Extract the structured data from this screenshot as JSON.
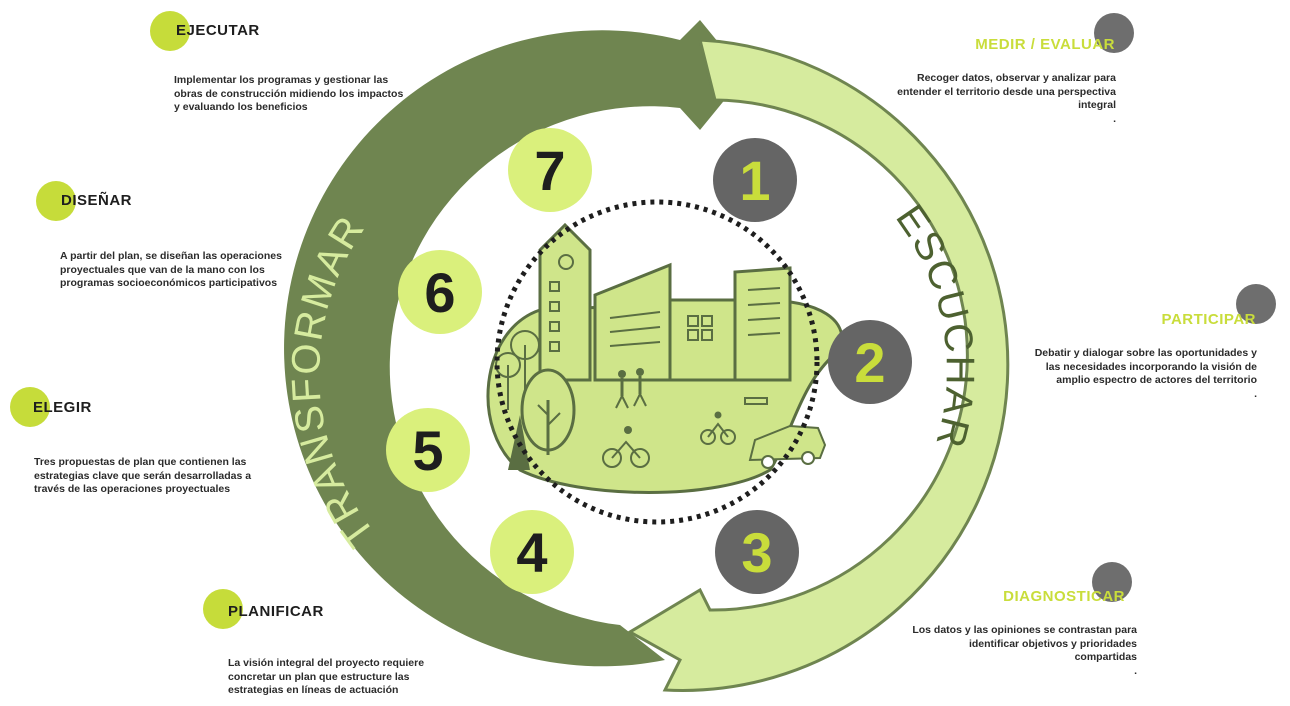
{
  "colors": {
    "transformar_arrow": "#6f8550",
    "escuchar_arrow": "#d6eb9e",
    "escuchar_outline": "#6f8550",
    "lime": "#c6dc3a",
    "light_circle": "#daf07c",
    "dark_circle": "#656565",
    "scene_fill": "#cfe58a",
    "scene_stroke": "#5a6e42"
  },
  "arc_labels": {
    "left": "TRANSFORMAR",
    "right": "ESCUCHAR"
  },
  "left_steps": [
    {
      "title": "EJECUTAR",
      "description": [
        "Implementar los programas y gestionar las",
        "obras de construcción midiendo los impactos",
        "y evaluando los beneficios"
      ]
    },
    {
      "title": "DISEÑAR",
      "description": [
        "A partir del plan, se diseñan las operaciones",
        "proyectuales que van de la mano con  los",
        "programas socioeconómicos participativos"
      ]
    },
    {
      "title": "ELEGIR",
      "description": [
        "Tres propuestas de plan que contienen las",
        "estrategias clave  que serán desarrolladas a",
        "través de las operaciones proyectuales"
      ]
    },
    {
      "title": "PLANIFICAR",
      "description": [
        "La visión integral del proyecto requiere",
        "concretar  un plan que estructure las",
        "estrategias en líneas de actuación"
      ]
    }
  ],
  "right_steps": [
    {
      "title": "MEDIR / EVALUAR",
      "description": [
        "Recoger datos, observar y analizar para",
        "entender el territorio desde una perspectiva",
        "integral",
        "."
      ]
    },
    {
      "title": "PARTICIPAR",
      "description": [
        "Debatir y dialogar sobre las oportunidades y",
        "las necesidades incorporando la visión de",
        "amplio espectro de actores del territorio",
        "."
      ]
    },
    {
      "title": "DIAGNOSTICAR",
      "description": [
        "Los datos y las opiniones se contrastan para",
        "identificar objetivos y prioridades",
        "compartidas",
        "."
      ]
    }
  ],
  "numbers": [
    "1",
    "2",
    "3",
    "4",
    "5",
    "6",
    "7"
  ]
}
